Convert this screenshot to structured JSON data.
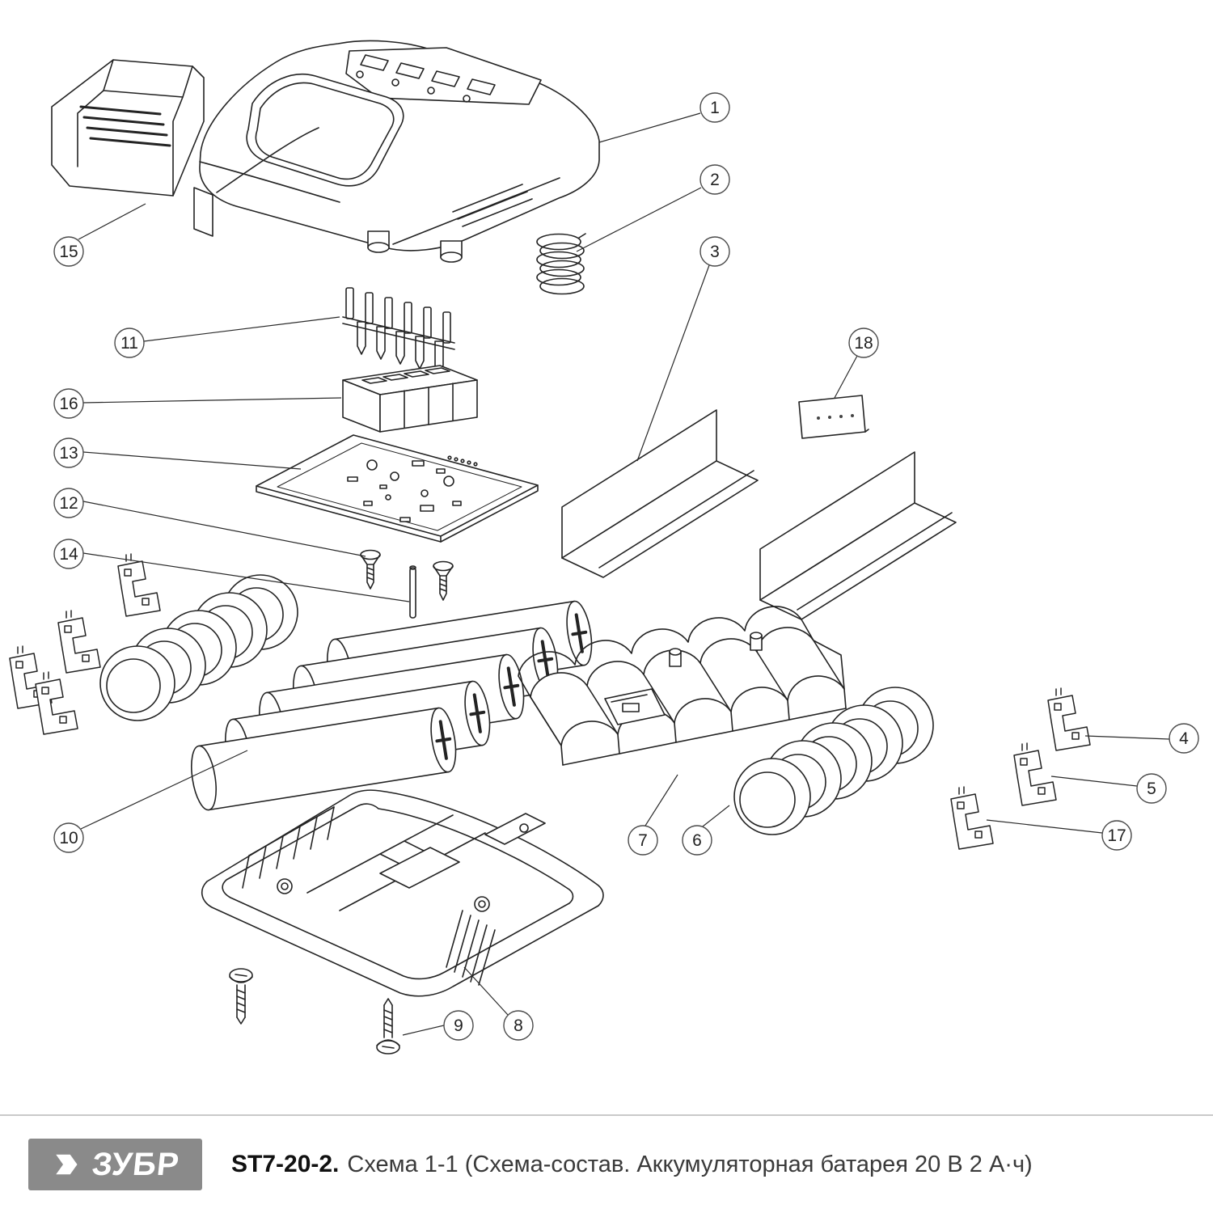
{
  "diagram": {
    "callouts": [
      "1",
      "2",
      "3",
      "4",
      "5",
      "6",
      "7",
      "8",
      "9",
      "10",
      "11",
      "12",
      "13",
      "14",
      "15",
      "16",
      "17",
      "18"
    ]
  },
  "footer": {
    "brand": "ЗУБР",
    "model": "ST7-20-2.",
    "caption": "Схема 1-1 (Схема-состав. Аккумуляторная батарея 20 В 2 А·ч)"
  },
  "colors": {
    "line": "#232323",
    "callout_stroke": "#4a4a4a",
    "logo_background": "#8a8a8a",
    "divider": "#c9c9c9"
  }
}
